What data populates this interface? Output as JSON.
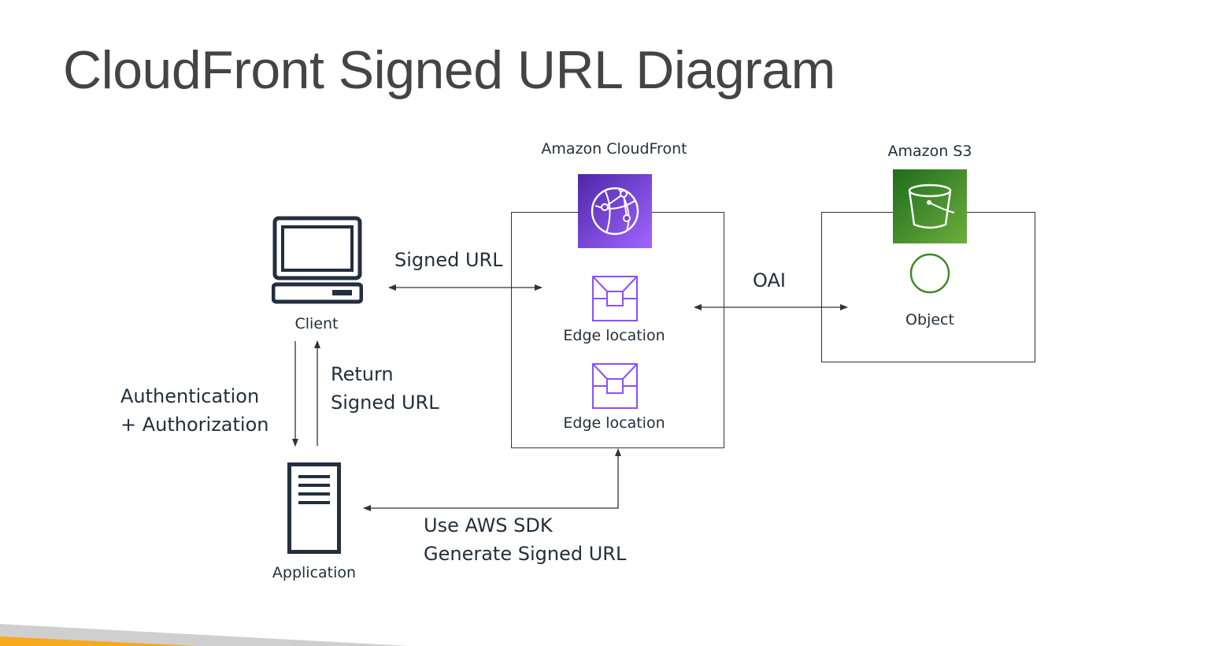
{
  "title": "CloudFront Signed URL Diagram",
  "nodes": {
    "cloudfront_service": "Amazon CloudFront",
    "s3_service": "Amazon S3",
    "client": "Client",
    "application": "Application",
    "edge_location_1": "Edge location",
    "edge_location_2": "Edge location",
    "object": "Object"
  },
  "edges": {
    "client_cloudfront": "Signed URL",
    "cloudfront_s3": "OAI",
    "client_to_app": [
      "Authentication",
      "+ Authorization"
    ],
    "app_to_client": [
      "Return",
      "Signed URL"
    ],
    "app_cloudfront": [
      "Use AWS SDK",
      "Generate Signed URL"
    ]
  },
  "colors": {
    "cloudfront": "#8c4fff",
    "s3": "#3f8624",
    "edge_location": "#8c4fff",
    "object": "#3f8624",
    "footer": "#f7a81b"
  }
}
